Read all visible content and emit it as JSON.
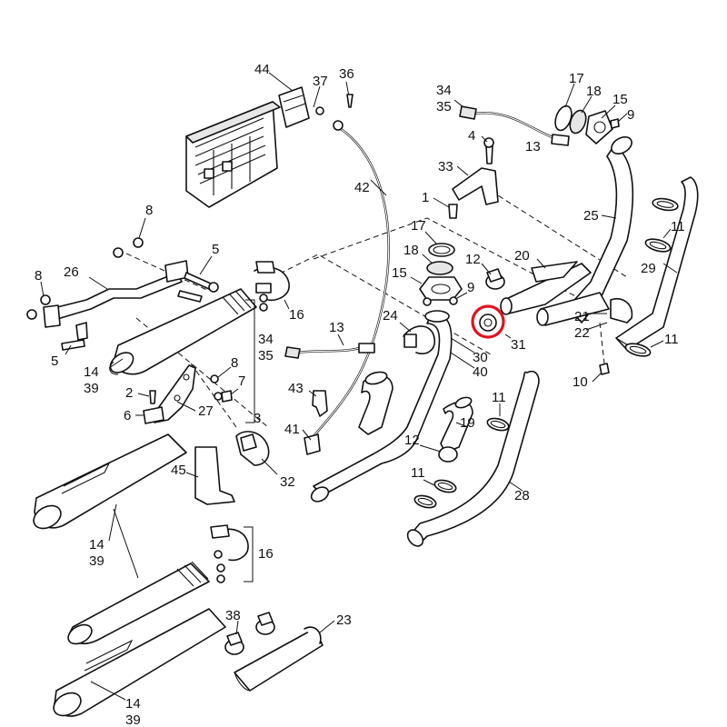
{
  "callouts": [
    {
      "id": "c44",
      "text": "44"
    },
    {
      "id": "c37",
      "text": "37"
    },
    {
      "id": "c36",
      "text": "36"
    },
    {
      "id": "c42",
      "text": "42"
    },
    {
      "id": "c34a",
      "text": "34"
    },
    {
      "id": "c35a",
      "text": "35"
    },
    {
      "id": "c17a",
      "text": "17"
    },
    {
      "id": "c18a",
      "text": "18"
    },
    {
      "id": "c15a",
      "text": "15"
    },
    {
      "id": "c9a",
      "text": "9"
    },
    {
      "id": "c4",
      "text": "4"
    },
    {
      "id": "c13a",
      "text": "13"
    },
    {
      "id": "c33",
      "text": "33"
    },
    {
      "id": "c1",
      "text": "1"
    },
    {
      "id": "c25",
      "text": "25"
    },
    {
      "id": "c11a",
      "text": "11"
    },
    {
      "id": "c29",
      "text": "29"
    },
    {
      "id": "c8a",
      "text": "8"
    },
    {
      "id": "c5a",
      "text": "5"
    },
    {
      "id": "c8b",
      "text": "8"
    },
    {
      "id": "c26",
      "text": "26"
    },
    {
      "id": "c5b",
      "text": "5"
    },
    {
      "id": "c17b",
      "text": "17"
    },
    {
      "id": "c18b",
      "text": "18"
    },
    {
      "id": "c15b",
      "text": "15"
    },
    {
      "id": "c9b",
      "text": "9"
    },
    {
      "id": "c12a",
      "text": "12"
    },
    {
      "id": "c20",
      "text": "20"
    },
    {
      "id": "c16a",
      "text": "16"
    },
    {
      "id": "c24",
      "text": "24"
    },
    {
      "id": "c21",
      "text": "21"
    },
    {
      "id": "c22",
      "text": "22"
    },
    {
      "id": "c31",
      "text": "31"
    },
    {
      "id": "c13b",
      "text": "13"
    },
    {
      "id": "c34b",
      "text": "34"
    },
    {
      "id": "c35b",
      "text": "35"
    },
    {
      "id": "c30",
      "text": "30"
    },
    {
      "id": "c40",
      "text": "40"
    },
    {
      "id": "c11b",
      "text": "11"
    },
    {
      "id": "c10",
      "text": "10"
    },
    {
      "id": "c14a",
      "text": "14"
    },
    {
      "id": "c39a",
      "text": "39"
    },
    {
      "id": "c8c",
      "text": "8"
    },
    {
      "id": "c7",
      "text": "7"
    },
    {
      "id": "c2",
      "text": "2"
    },
    {
      "id": "c6",
      "text": "6"
    },
    {
      "id": "c27",
      "text": "27"
    },
    {
      "id": "c3",
      "text": "3"
    },
    {
      "id": "c43",
      "text": "43"
    },
    {
      "id": "c11c",
      "text": "11"
    },
    {
      "id": "c19",
      "text": "19"
    },
    {
      "id": "c41",
      "text": "41"
    },
    {
      "id": "c12b",
      "text": "12"
    },
    {
      "id": "c45",
      "text": "45"
    },
    {
      "id": "c32",
      "text": "32"
    },
    {
      "id": "c11d",
      "text": "11"
    },
    {
      "id": "c28",
      "text": "28"
    },
    {
      "id": "c14b",
      "text": "14"
    },
    {
      "id": "c39b",
      "text": "39"
    },
    {
      "id": "c16b",
      "text": "16"
    },
    {
      "id": "c38",
      "text": "38"
    },
    {
      "id": "c23",
      "text": "23"
    },
    {
      "id": "c14c",
      "text": "14"
    },
    {
      "id": "c39c",
      "text": "39"
    }
  ],
  "highlight": {
    "color": "#e0141e"
  }
}
